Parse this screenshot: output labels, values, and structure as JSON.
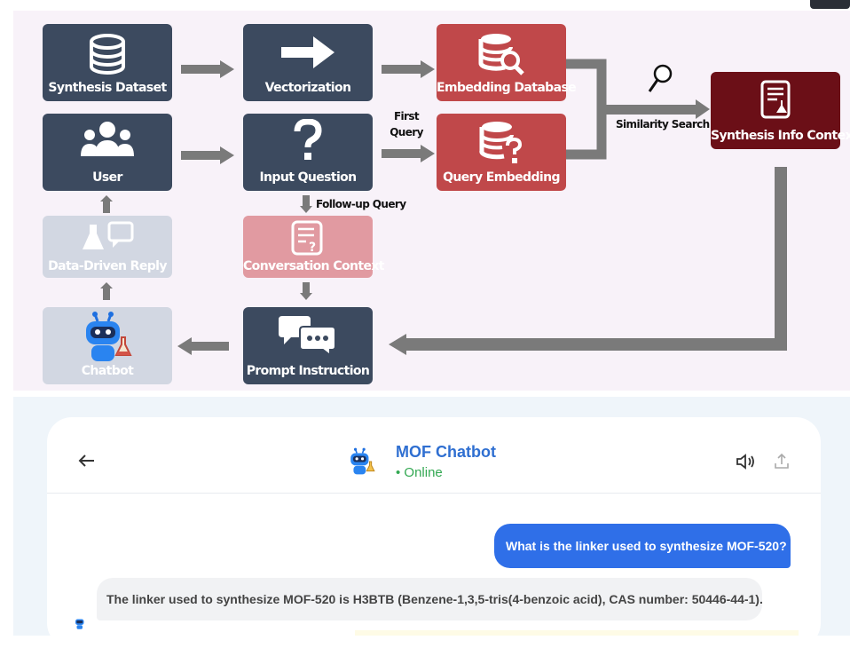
{
  "diagram": {
    "nodes": {
      "synthesis_dataset": "Synthesis Dataset",
      "vectorization": "Vectorization",
      "embedding_database": "Embedding Database",
      "user": "User",
      "input_question": "Input Question",
      "query_embedding": "Query Embedding",
      "synthesis_info_context": "Synthesis Info Context",
      "data_driven_reply": "Data-Driven Reply",
      "conversation_context": "Conversation Context",
      "chatbot": "Chatbot",
      "prompt_instruction": "Prompt Instruction"
    },
    "labels": {
      "first_query_1": "First",
      "first_query_2": "Query",
      "similarity_search": "Similarity Search",
      "follow_up_query": "Follow-up Query"
    },
    "colors": {
      "dark": "#3c4a5f",
      "red": "#c0484a",
      "maroon": "#6b0f17",
      "faded": "#d2d7e2",
      "pink": "#e19aa1",
      "arrow": "#7a7a7a"
    }
  },
  "chat": {
    "header": {
      "title": "MOF Chatbot",
      "status": "• Online",
      "back_icon": "arrow-left-icon",
      "speaker_icon": "speaker-icon",
      "share_icon": "upload-icon"
    },
    "messages": [
      {
        "role": "user",
        "text": "What is the linker used to synthesize MOF-520?"
      },
      {
        "role": "bot",
        "text": "The linker used to synthesize MOF-520 is H3BTB (Benzene-1,3,5-tris(4-benzoic acid), CAS number: 50446-44-1)."
      }
    ],
    "colors": {
      "accent": "#2f6fd1",
      "online": "#33a852",
      "user_bubble": "#2f6fe8",
      "bot_bubble": "#f1f2f4"
    }
  }
}
